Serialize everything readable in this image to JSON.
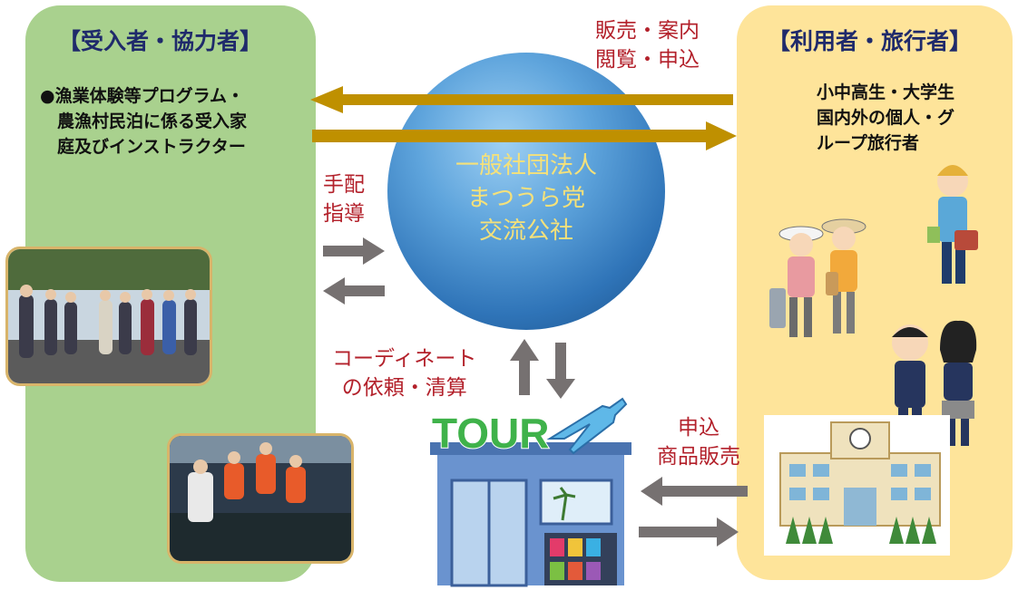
{
  "left": {
    "title": "【受入者・協力者】",
    "description": "●漁業体験等プログラム・\n　農漁村民泊に係る受入家\n　庭及びインストラクター"
  },
  "right": {
    "title": "【利用者・旅行者】",
    "description": "小中高生・大学生\n国内外の個人・グ\nループ旅行者"
  },
  "center": {
    "org_name": "一般社団法人\nまつうら党\n交流公社"
  },
  "flows": {
    "top_right": "販売・案内\n閲覧・申込",
    "left_middle": "手配\n指導",
    "bottom_center": "コーディネート\nの依頼・清算",
    "bottom_right": "申込\n商品販売"
  },
  "tour_sign": "TOUR",
  "colors": {
    "left_panel": "#a9d18e",
    "right_panel": "#fee49a",
    "gold_arrow": "#bf9000",
    "gray_arrow": "#767171",
    "label_red": "#b3212b",
    "title_navy": "#1f2a6b"
  }
}
